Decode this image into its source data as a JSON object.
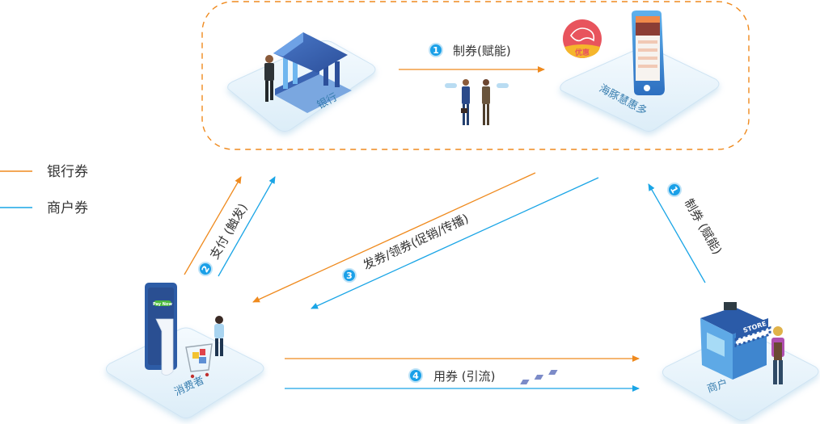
{
  "colors": {
    "bank_coupon": "#ef8a1e",
    "merchant_coupon": "#1aa5e6",
    "badge": "#1aa0e8",
    "tile": "#e6f3fb",
    "tile_text": "#3a7fb0",
    "logo_red": "#e8545d",
    "logo_yellow": "#f5b62c"
  },
  "legend": [
    {
      "label": "银行券",
      "color_key": "bank_coupon"
    },
    {
      "label": "商户券",
      "color_key": "merchant_coupon"
    }
  ],
  "nodes": {
    "bank": {
      "label": "银行",
      "icon": "bank-building-icon"
    },
    "app": {
      "label": "海豚慧惠多",
      "icon": "smartphone-icon",
      "logo_badge": "优惠"
    },
    "consumer": {
      "label": "消费者",
      "icon": "shopping-cart-icon",
      "screen_button": "Pay Now"
    },
    "merchant": {
      "label": "商户",
      "icon": "store-icon",
      "sign": "STORE"
    }
  },
  "steps": [
    {
      "number": "1",
      "label": "制券(赋能)",
      "from": "bank",
      "to": "app",
      "type": "bank_coupon"
    },
    {
      "number": "1",
      "label": "制券 (赋能)",
      "from": "merchant",
      "to": "app",
      "type": "merchant_coupon"
    },
    {
      "number": "2",
      "label": "支付 (触发)",
      "from": "consumer",
      "to": "bank/app",
      "type": "both"
    },
    {
      "number": "3",
      "label": "发券/领券(促销/传播)",
      "from": "app",
      "to": "consumer",
      "type": "both"
    },
    {
      "number": "4",
      "label": "用券 (引流)",
      "from": "consumer",
      "to": "merchant",
      "type": "both"
    }
  ]
}
